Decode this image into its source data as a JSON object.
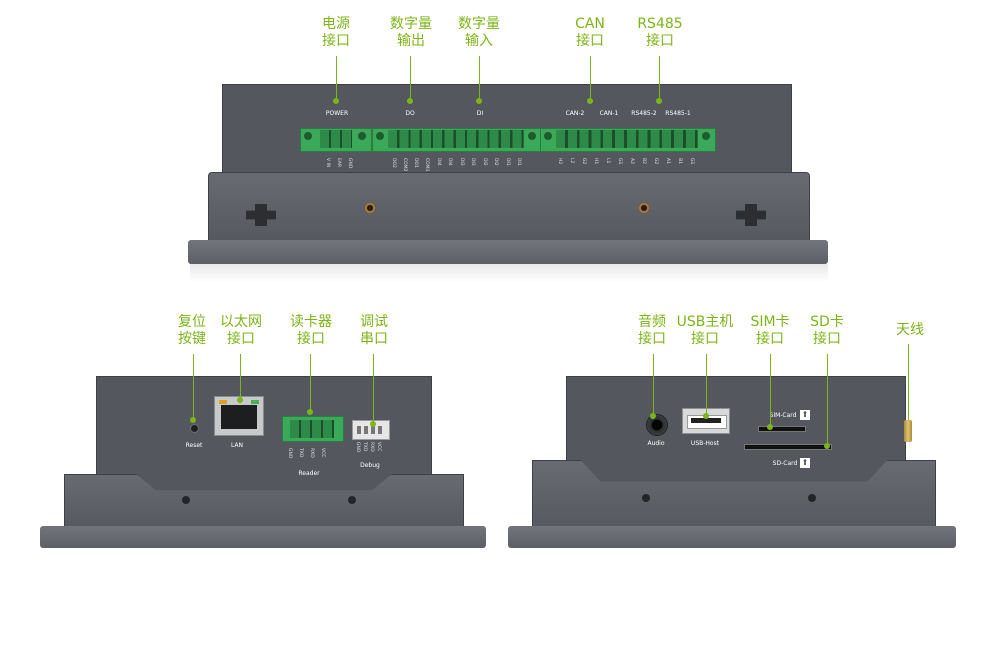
{
  "colors": {
    "accent_green": "#7cb518",
    "panel_dark": "#4f5258",
    "bezel": "#5e6168",
    "connector_green": "#3aaa5a"
  },
  "top_panel": {
    "callouts": {
      "power": "电源\n接口",
      "digital_output": "数字量\n输出",
      "digital_input": "数字量\n输入",
      "can": "CAN\n接口",
      "rs485": "RS485\n接口"
    },
    "silkscreen": {
      "power": "POWER",
      "do": "DO",
      "di": "DI",
      "can2": "CAN-2",
      "can1": "CAN-1",
      "rs485_2": "RS485-2",
      "rs485_1": "RS485-1"
    },
    "power_pins": [
      "V IN",
      "EAR",
      "GND"
    ],
    "io_pins": [
      "DO2",
      "COM2",
      "DO1",
      "COM1",
      "DI4",
      "DI4",
      "DI3",
      "DI3",
      "DI2",
      "DI2",
      "DI1",
      "DI1"
    ],
    "can_pins": [
      "H2",
      "L2",
      "G2",
      "H1",
      "L1",
      "G1",
      "A2",
      "B2",
      "G2",
      "A1",
      "B1",
      "G1"
    ]
  },
  "left_panel": {
    "callouts": {
      "reset": "复位\n按键",
      "lan": "以太网\n接口",
      "reader": "读卡器\n接口",
      "debug": "调试\n串口"
    },
    "silkscreen": {
      "reset": "Reset",
      "lan": "LAN",
      "reader": "Reader",
      "debug": "Debug"
    },
    "reader_pins": [
      "GND",
      "TXD",
      "RXD",
      "VCC"
    ],
    "debug_pins": [
      "GND",
      "TXD",
      "RXD",
      "VCC"
    ]
  },
  "right_panel": {
    "callouts": {
      "audio": "音频\n接口",
      "usb": "USB主机\n接口",
      "sim": "SIM卡\n接口",
      "sd": "SD卡\n接口",
      "antenna": "天线"
    },
    "silkscreen": {
      "audio": "Audio",
      "usb": "USB-Host",
      "sim": "SIM-Card",
      "sd": "SD-Card"
    }
  }
}
